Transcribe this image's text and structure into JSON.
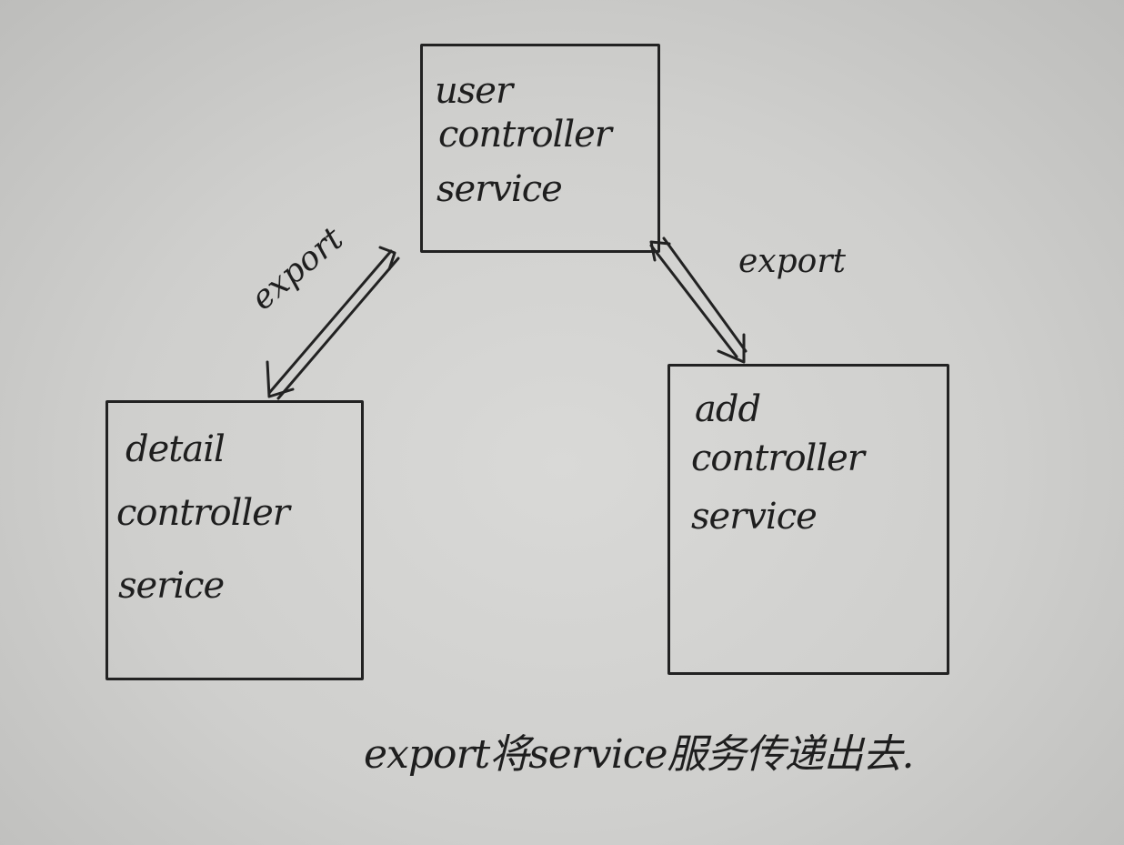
{
  "diagram": {
    "nodes": [
      {
        "id": "user",
        "lines": [
          "user",
          "controller",
          "service"
        ]
      },
      {
        "id": "detail",
        "lines": [
          "detail",
          "controller",
          "serice"
        ]
      },
      {
        "id": "add",
        "lines": [
          "add",
          "controller",
          "service"
        ]
      }
    ],
    "edges": [
      {
        "from": "user",
        "to": "detail",
        "label": "export"
      },
      {
        "from": "user",
        "to": "add",
        "label": "export"
      }
    ],
    "caption": "export将service服务传递出去."
  }
}
